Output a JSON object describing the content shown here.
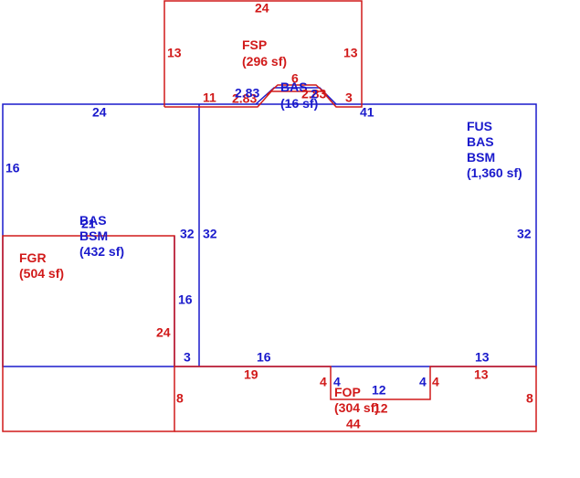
{
  "colors": {
    "blue": "#1a1acc",
    "red": "#d11a1a",
    "background": "#ffffff"
  },
  "areas": {
    "fsp": {
      "line1": "FSP",
      "line2": "(296 sf)"
    },
    "bas_small": {
      "line1": "BAS",
      "line2": "(16 sf)"
    },
    "fus": {
      "line1": "FUS",
      "line2": "BAS",
      "line3": "BSM",
      "line4": "(1,360 sf)"
    },
    "bas_bsm": {
      "line1": "BAS",
      "line2": "BSM",
      "line3": "(432 sf)"
    },
    "fgr": {
      "line1": "FGR",
      "line2": "(504 sf)"
    },
    "fop": {
      "line1": "FOP",
      "line2": "(304 sf)"
    }
  },
  "dims": {
    "fsp_top": "24",
    "fsp_left": "13",
    "fsp_right": "13",
    "fsp_bottom_left": "11",
    "fsp_bottom_right": "3",
    "fsp_step_a": "2.83",
    "fsp_step_b": "2.83",
    "fsp_step_c": "2.83",
    "bas_top": "6",
    "bas_right": "2",
    "main_top_left": "24",
    "main_top_right": "41",
    "main_left": "16",
    "mid_wall_left": "32",
    "mid_wall_right": "32",
    "right_wall": "32",
    "fgr_top": "21",
    "fgr_right": "24",
    "inner_16": "16",
    "inner_3": "3",
    "bottom_left_16": "16",
    "bottom_right_13": "13",
    "porch_19": "19",
    "porch_13": "13",
    "porch_4a": "4",
    "porch_4b": "4",
    "porch_4c": "4",
    "porch_4d": "4",
    "porch_12": "12",
    "porch_12b": "12",
    "porch_8_left": "8",
    "porch_8_right": "8",
    "porch_44": "44"
  }
}
